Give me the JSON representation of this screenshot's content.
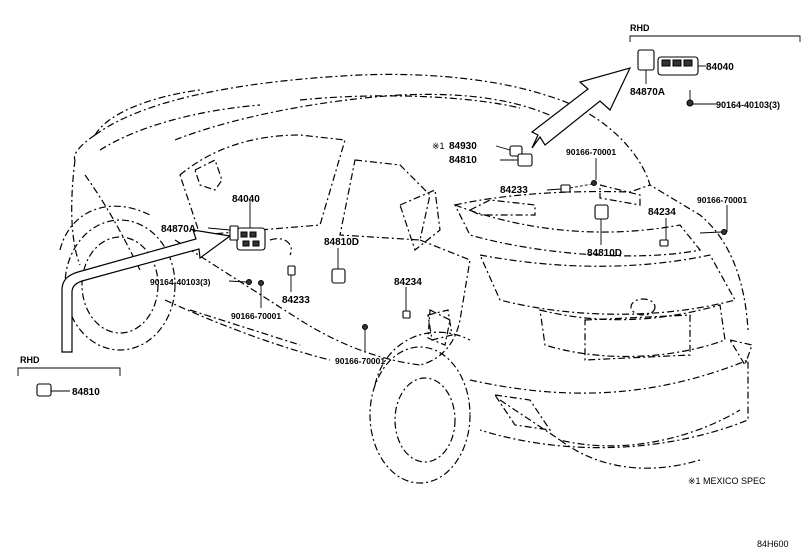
{
  "labels": {
    "rhd_top": "RHD",
    "rhd_left": "RHD",
    "p84040_top": "84040",
    "p84870a_top": "84870A",
    "p90164_top": "90164-40103(3)",
    "mexico_mark": "※1",
    "p84930": "84930",
    "p84810_mid": "84810",
    "p90166_a": "90166-70001",
    "p84233_right": "84233",
    "p84234_right": "84234",
    "p90166_b": "90166-70001",
    "p84810d_right": "84810D",
    "p84040_left": "84040",
    "p84870a_left": "84870A",
    "p84810d_left": "84810D",
    "p90164_left": "90164-40103(3)",
    "p84233_left": "84233",
    "p84234_left": "84234",
    "p90166_c": "90166-70001",
    "p90166_d": "90166-70001",
    "p84810_rhd": "84810"
  },
  "notes": {
    "mexico_spec": "※1 MEXICO SPEC",
    "diagram_code": "84H600"
  }
}
